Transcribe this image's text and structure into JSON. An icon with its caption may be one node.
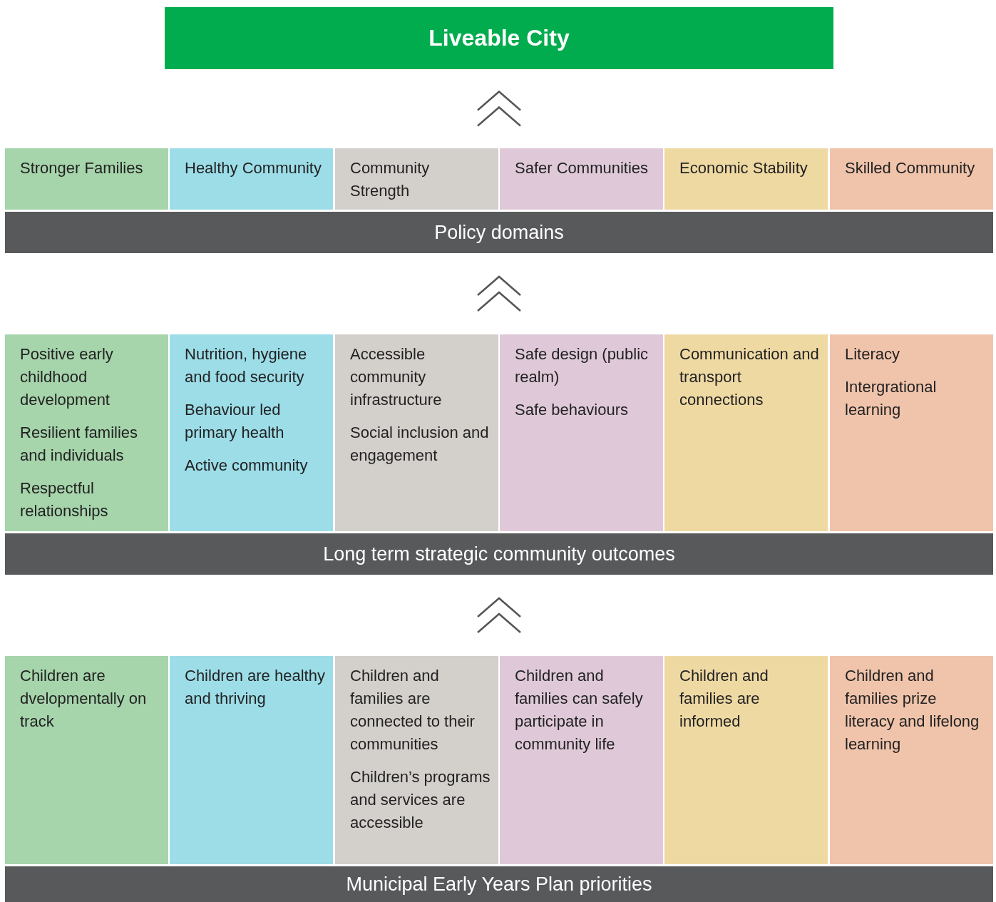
{
  "diagram": {
    "nodes": [
      {
        "text": [
          "Liveable City"
        ]
      },
      {
        "text": [
          "Policy domains"
        ]
      },
      {
        "text": [
          "Stronger Families"
        ],
        "in": 1
      },
      {
        "text": [
          "Healthy Community"
        ],
        "in": 1
      },
      {
        "text": [
          "Community Strength"
        ],
        "in": 1
      },
      {
        "text": [
          "Safer Communities"
        ],
        "in": 1
      },
      {
        "text": [
          "Economic Stability"
        ],
        "in": 1
      },
      {
        "text": [
          "Skilled Community"
        ],
        "in": 1
      },
      {
        "text": [
          "Long term strategic community outcomes"
        ]
      },
      {
        "text": [
          "Positive early childhood development",
          "Resilient families and individuals",
          "Respectful relationships"
        ],
        "in": 8
      },
      {
        "text": [
          "Nutrition, hygiene and food security",
          "Behaviour led primary health",
          "Active community"
        ],
        "in": 8
      },
      {
        "text": [
          "Accessible community infrastructure",
          "Social inclusion and engagement"
        ],
        "in": 8
      },
      {
        "text": [
          "Safe design (public realm)",
          "Safe behaviours"
        ],
        "in": 8
      },
      {
        "text": [
          "Communication and transport connections"
        ],
        "in": 8
      },
      {
        "text": [
          "Literacy",
          "Intergrational learning"
        ],
        "in": 8
      },
      {
        "text": [
          "Municipal Early Years Plan priorities"
        ]
      },
      {
        "text": [
          "Children are dvelopmentally on track"
        ],
        "in": 15
      },
      {
        "text": [
          "Children are healthy and thriving"
        ],
        "in": 15
      },
      {
        "text": [
          "Children and families are connected to their communities",
          "Children’s programs and services are accessible"
        ],
        "in": 15
      },
      {
        "text": [
          "Children and families can safely participate in community life"
        ],
        "in": 15
      },
      {
        "text": [
          "Children and families are informed"
        ],
        "in": 15
      },
      {
        "text": [
          "Children and families prize literacy and lifelong learning"
        ],
        "in": 15
      }
    ],
    "edges": [
      {
        "from": 1,
        "to": 0,
        "arrow": "to"
      },
      {
        "from": 8,
        "to": 1,
        "arrow": "to"
      },
      {
        "from": 15,
        "to": 8,
        "arrow": "to"
      }
    ]
  }
}
